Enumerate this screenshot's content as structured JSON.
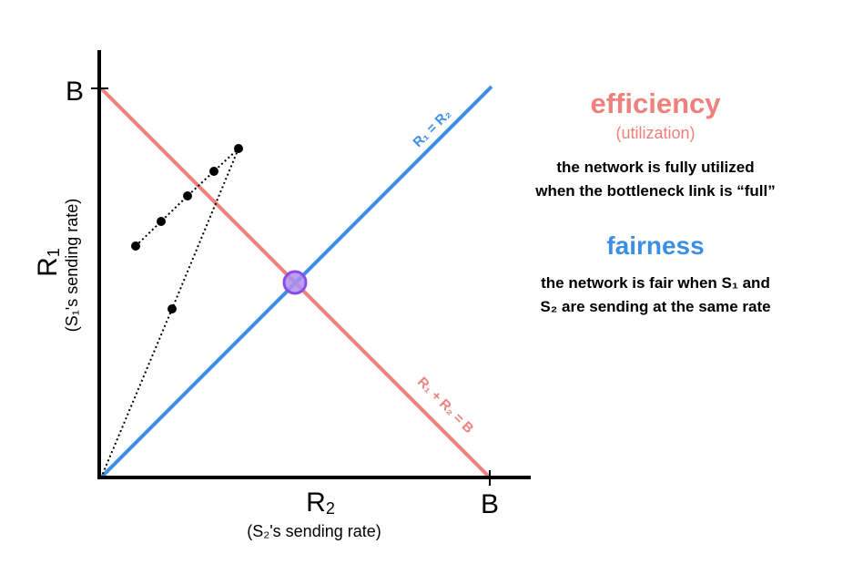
{
  "axes": {
    "y_tick": "B",
    "x_tick": "B",
    "y_var": "R",
    "y_var_sub": "1",
    "y_caption": "(S₁'s sending rate)",
    "x_var": "R",
    "x_var_sub": "2",
    "x_caption": "(S₂'s sending rate)"
  },
  "lines": {
    "fairness_label": "R₁  =  R₂",
    "efficiency_label": "R₁  +  R₂  =  B"
  },
  "panel": {
    "efficiency_title": "efficiency",
    "efficiency_subtitle": "(utilization)",
    "efficiency_line1": "the network is fully utilized",
    "efficiency_line2": "when the bottleneck link is “full”",
    "fairness_title": "fairness",
    "fairness_line1": "the network is fair when S₁ and",
    "fairness_line2": "S₂ are sending at the same rate"
  },
  "colors": {
    "efficiency": "#ef807b",
    "fairness": "#3d8fe4",
    "optimum": "#8a4ce6"
  }
}
